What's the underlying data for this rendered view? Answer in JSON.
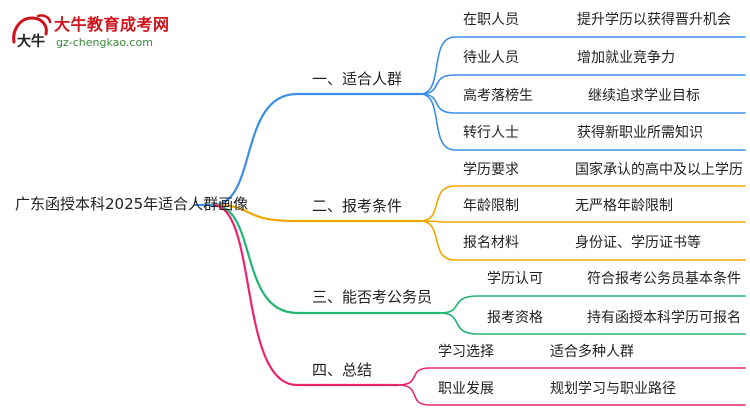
{
  "logo": {
    "name_cn": "大牛教育成考网",
    "site": "gz-chengkao.com",
    "mark_text": "大牛",
    "color_red": "#d0121b",
    "color_green": "#3a8a3a"
  },
  "root": {
    "label": "广东函授本科2025年适合人群画像"
  },
  "branches": [
    {
      "label": "一、适合人群",
      "color": "#3b8fe6",
      "items": [
        {
          "left": "在职人员",
          "right": "提升学历以获得晋升机会"
        },
        {
          "left": "待业人员",
          "right": "增加就业竞争力"
        },
        {
          "left": "高考落榜生",
          "right": "继续追求学业目标"
        },
        {
          "left": "转行人士",
          "right": "获得新职业所需知识"
        }
      ]
    },
    {
      "label": "二、报考条件",
      "color": "#f0a800",
      "items": [
        {
          "left": "学历要求",
          "right": "国家承认的高中及以上学历"
        },
        {
          "left": "年龄限制",
          "right": "无严格年龄限制"
        },
        {
          "left": "报名材料",
          "right": "身份证、学历证书等"
        }
      ]
    },
    {
      "label": "三、能否考公务员",
      "color": "#22b573",
      "items": [
        {
          "left": "学历认可",
          "right": "符合报考公务员基本条件"
        },
        {
          "left": "报考资格",
          "right": "持有函授本科学历可报名"
        }
      ]
    },
    {
      "label": "四、总结",
      "color": "#e8266e",
      "items": [
        {
          "left": "学习选择",
          "right": "适合多种人群"
        },
        {
          "left": "职业发展",
          "right": "规划学习与职业路径"
        }
      ]
    }
  ]
}
